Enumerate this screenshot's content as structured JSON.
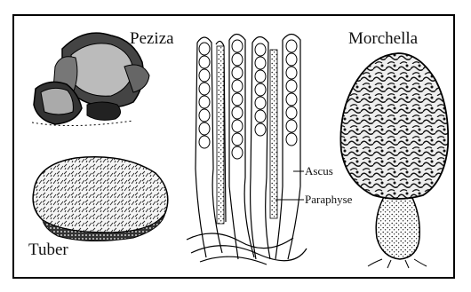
{
  "labels": {
    "peziza": "Peziza",
    "tuber": "Tuber",
    "morchella": "Morchella",
    "ascus": "Ascus",
    "paraphyse": "Paraphyse"
  },
  "colors": {
    "ink": "#111111",
    "paper": "#ffffff",
    "shade": "#555555"
  }
}
